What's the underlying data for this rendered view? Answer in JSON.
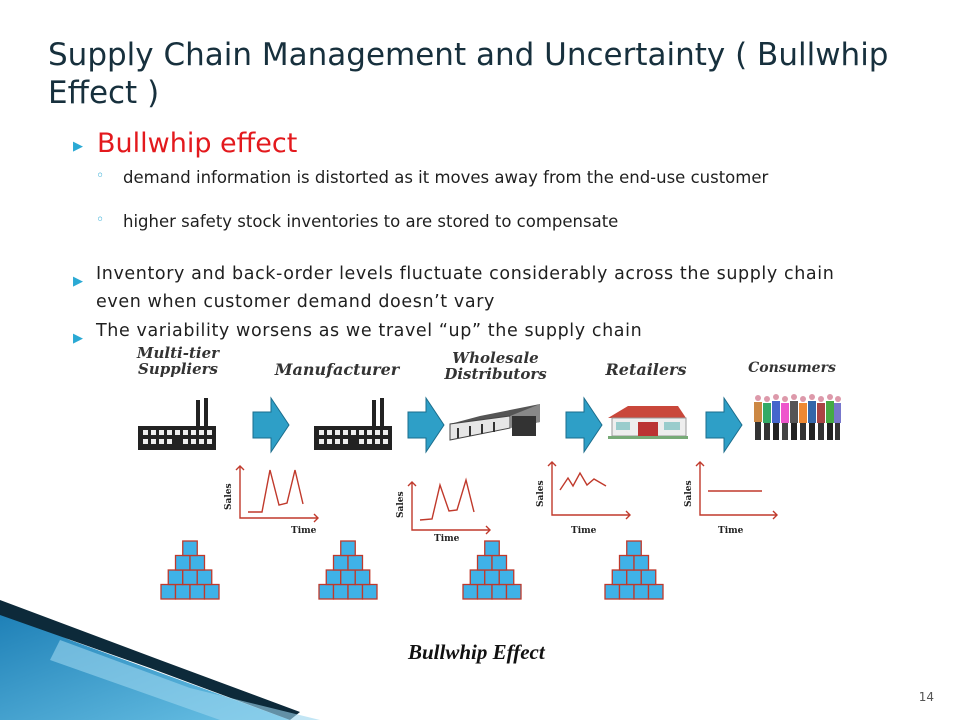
{
  "slide": {
    "title": "Supply Chain Management and Uncertainty ( Bullwhip Effect )",
    "page_number": "14",
    "caption": "Bullwhip Effect"
  },
  "bullets": {
    "main": "Bullwhip effect",
    "sub1": "demand information is distorted as it moves away from the end-use customer",
    "sub2": "higher safety stock inventories to are stored to compensate",
    "b2": "Inventory and back-order levels fluctuate considerably across the supply chain even when customer demand doesn’t vary",
    "b3": "The variability worsens as we travel “up” the supply chain"
  },
  "stages": {
    "suppliers": "Multi-tier Suppliers",
    "manufacturer": "Manufacturer",
    "wholesale": "Wholesale Distributors",
    "retailers": "Retailers",
    "consumers": "Consumers"
  },
  "charts": {
    "y_label": "Sales",
    "x_label": "Time"
  },
  "colors": {
    "accent": "#2aa9d4",
    "arrow": "#2e9fc7",
    "line": "#c0392b",
    "crate": "#3fb2e8"
  }
}
